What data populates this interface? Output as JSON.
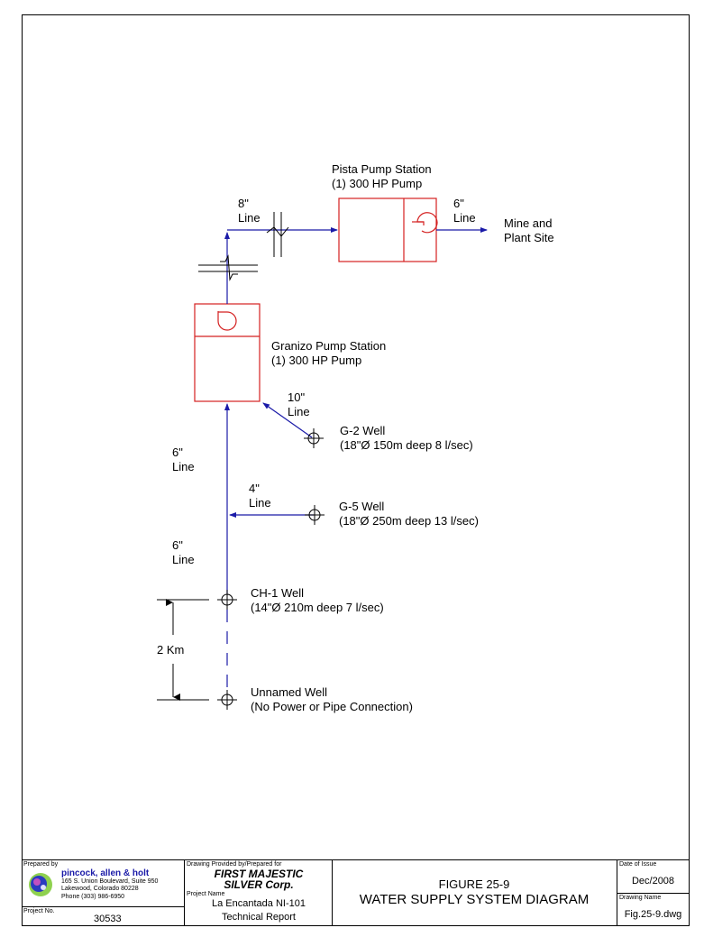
{
  "diagram": {
    "pista_station": {
      "name": "Pista Pump Station",
      "pumps": "(1) 300 HP Pump"
    },
    "granizo_station": {
      "name": "Granizo Pump Station",
      "pumps": "(1) 300 HP Pump"
    },
    "destination": {
      "line1": "Mine and",
      "line2": "Plant Site"
    },
    "lines": {
      "pista_in": {
        "size": "8\"",
        "label": "Line"
      },
      "pista_out": {
        "size": "6\"",
        "label": "Line"
      },
      "g2": {
        "size": "10\"",
        "label": "Line"
      },
      "main_upper": {
        "size": "6\"",
        "label": "Line"
      },
      "g5": {
        "size": "4\"",
        "label": "Line"
      },
      "main_lower": {
        "size": "6\"",
        "label": "Line"
      }
    },
    "wells": {
      "g2": {
        "name": "G-2 Well",
        "spec": "(18\"Ø 150m deep 8 l/sec)"
      },
      "g5": {
        "name": "G-5 Well",
        "spec": "(18\"Ø 250m deep 13 l/sec)"
      },
      "ch1": {
        "name": "CH-1 Well",
        "spec": "(14\"Ø 210m deep 7 l/sec)"
      },
      "unnamed": {
        "name": "Unnamed Well",
        "spec": "(No Power or Pipe Connection)"
      }
    },
    "distance": "2 Km",
    "colors": {
      "equipment": "#d42020",
      "pipe": "#1a1aa8",
      "ink": "#000000"
    }
  },
  "title_block": {
    "prepared_by_caption": "Prepared by",
    "firm_name": "pincock, allen & holt",
    "firm_address1": "165 S. Union Boulevard, Suite 950",
    "firm_address2": "Lakewood, Colorado 80228",
    "firm_phone": "Phone (303) 986-6950",
    "project_no_caption": "Project No.",
    "project_no": "30533",
    "provided_caption": "Drawing Provided by/Prepared for",
    "client_line1": "FIRST MAJESTIC",
    "client_line2": "SILVER Corp.",
    "project_name_caption": "Project Name",
    "project_name1": "La Encantada NI-101",
    "project_name2": "Technical Report",
    "figure_number": "FIGURE 25-9",
    "figure_title": "WATER SUPPLY SYSTEM DIAGRAM",
    "date_caption": "Date of Issue",
    "date": "Dec/2008",
    "drawing_caption": "Drawing Name",
    "drawing_name": "Fig.25-9.dwg"
  }
}
